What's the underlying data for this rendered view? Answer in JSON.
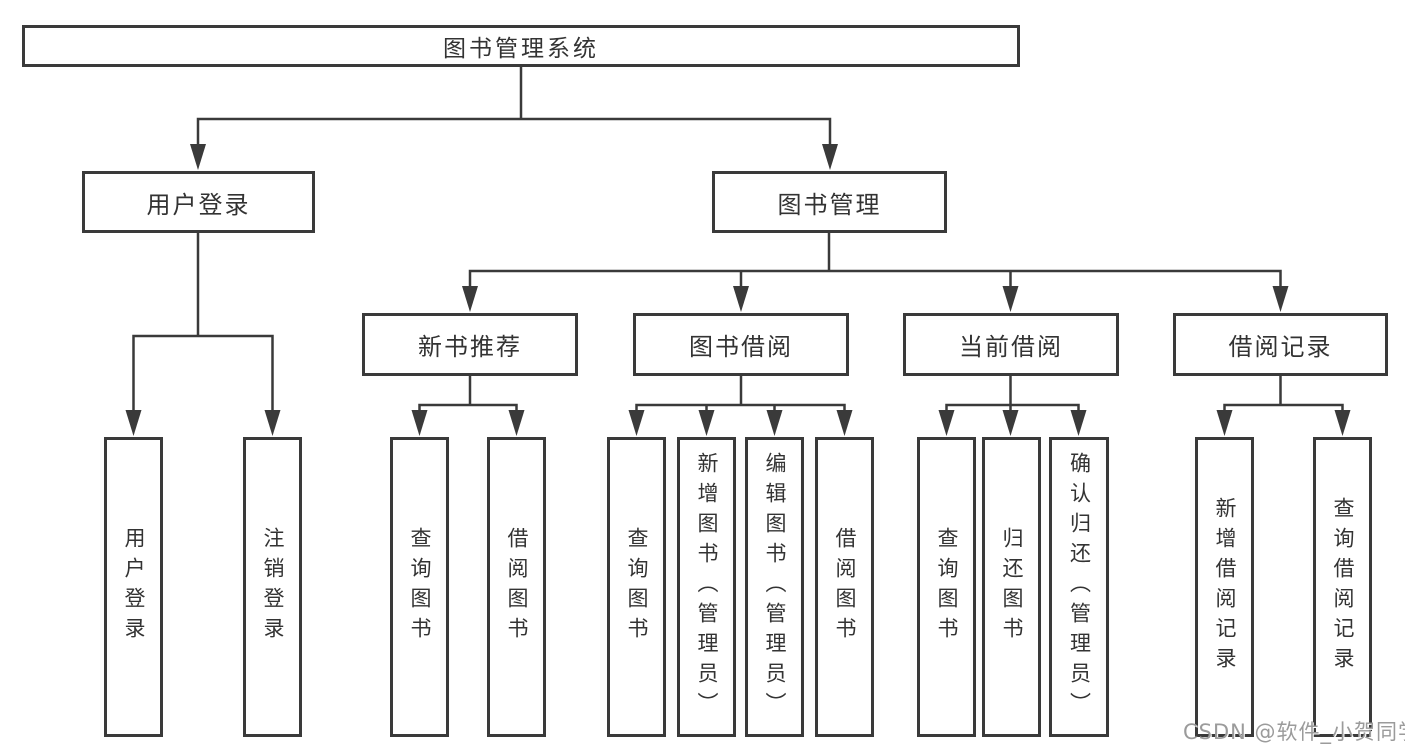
{
  "diagram_type": "tree",
  "title": "图书管理系统",
  "colors": {
    "line": "#3a3a3a",
    "text": "#333333",
    "background": "#ffffff",
    "watermark": "#9b9b9b"
  },
  "nodes": {
    "root": "图书管理系统",
    "user_login": "用户登录",
    "book_management": "图书管理",
    "new_book": "新书推荐",
    "book_borrow": "图书借阅",
    "current_borrow": "当前借阅",
    "borrow_record": "借阅记录"
  },
  "leaves": {
    "user_login": [
      "用户登录",
      "注销登录"
    ],
    "new_book": [
      "查询图书",
      "借阅图书"
    ],
    "book_borrow": [
      "查询图书",
      "新增图书（管理员）",
      "编辑图书（管理员）",
      "借阅图书"
    ],
    "current_borrow": [
      "查询图书",
      "归还图书",
      "确认归还（管理员）"
    ],
    "borrow_record": [
      "新增借阅记录",
      "查询借阅记录"
    ]
  },
  "watermark": "CSDN @软件_小贺同学"
}
